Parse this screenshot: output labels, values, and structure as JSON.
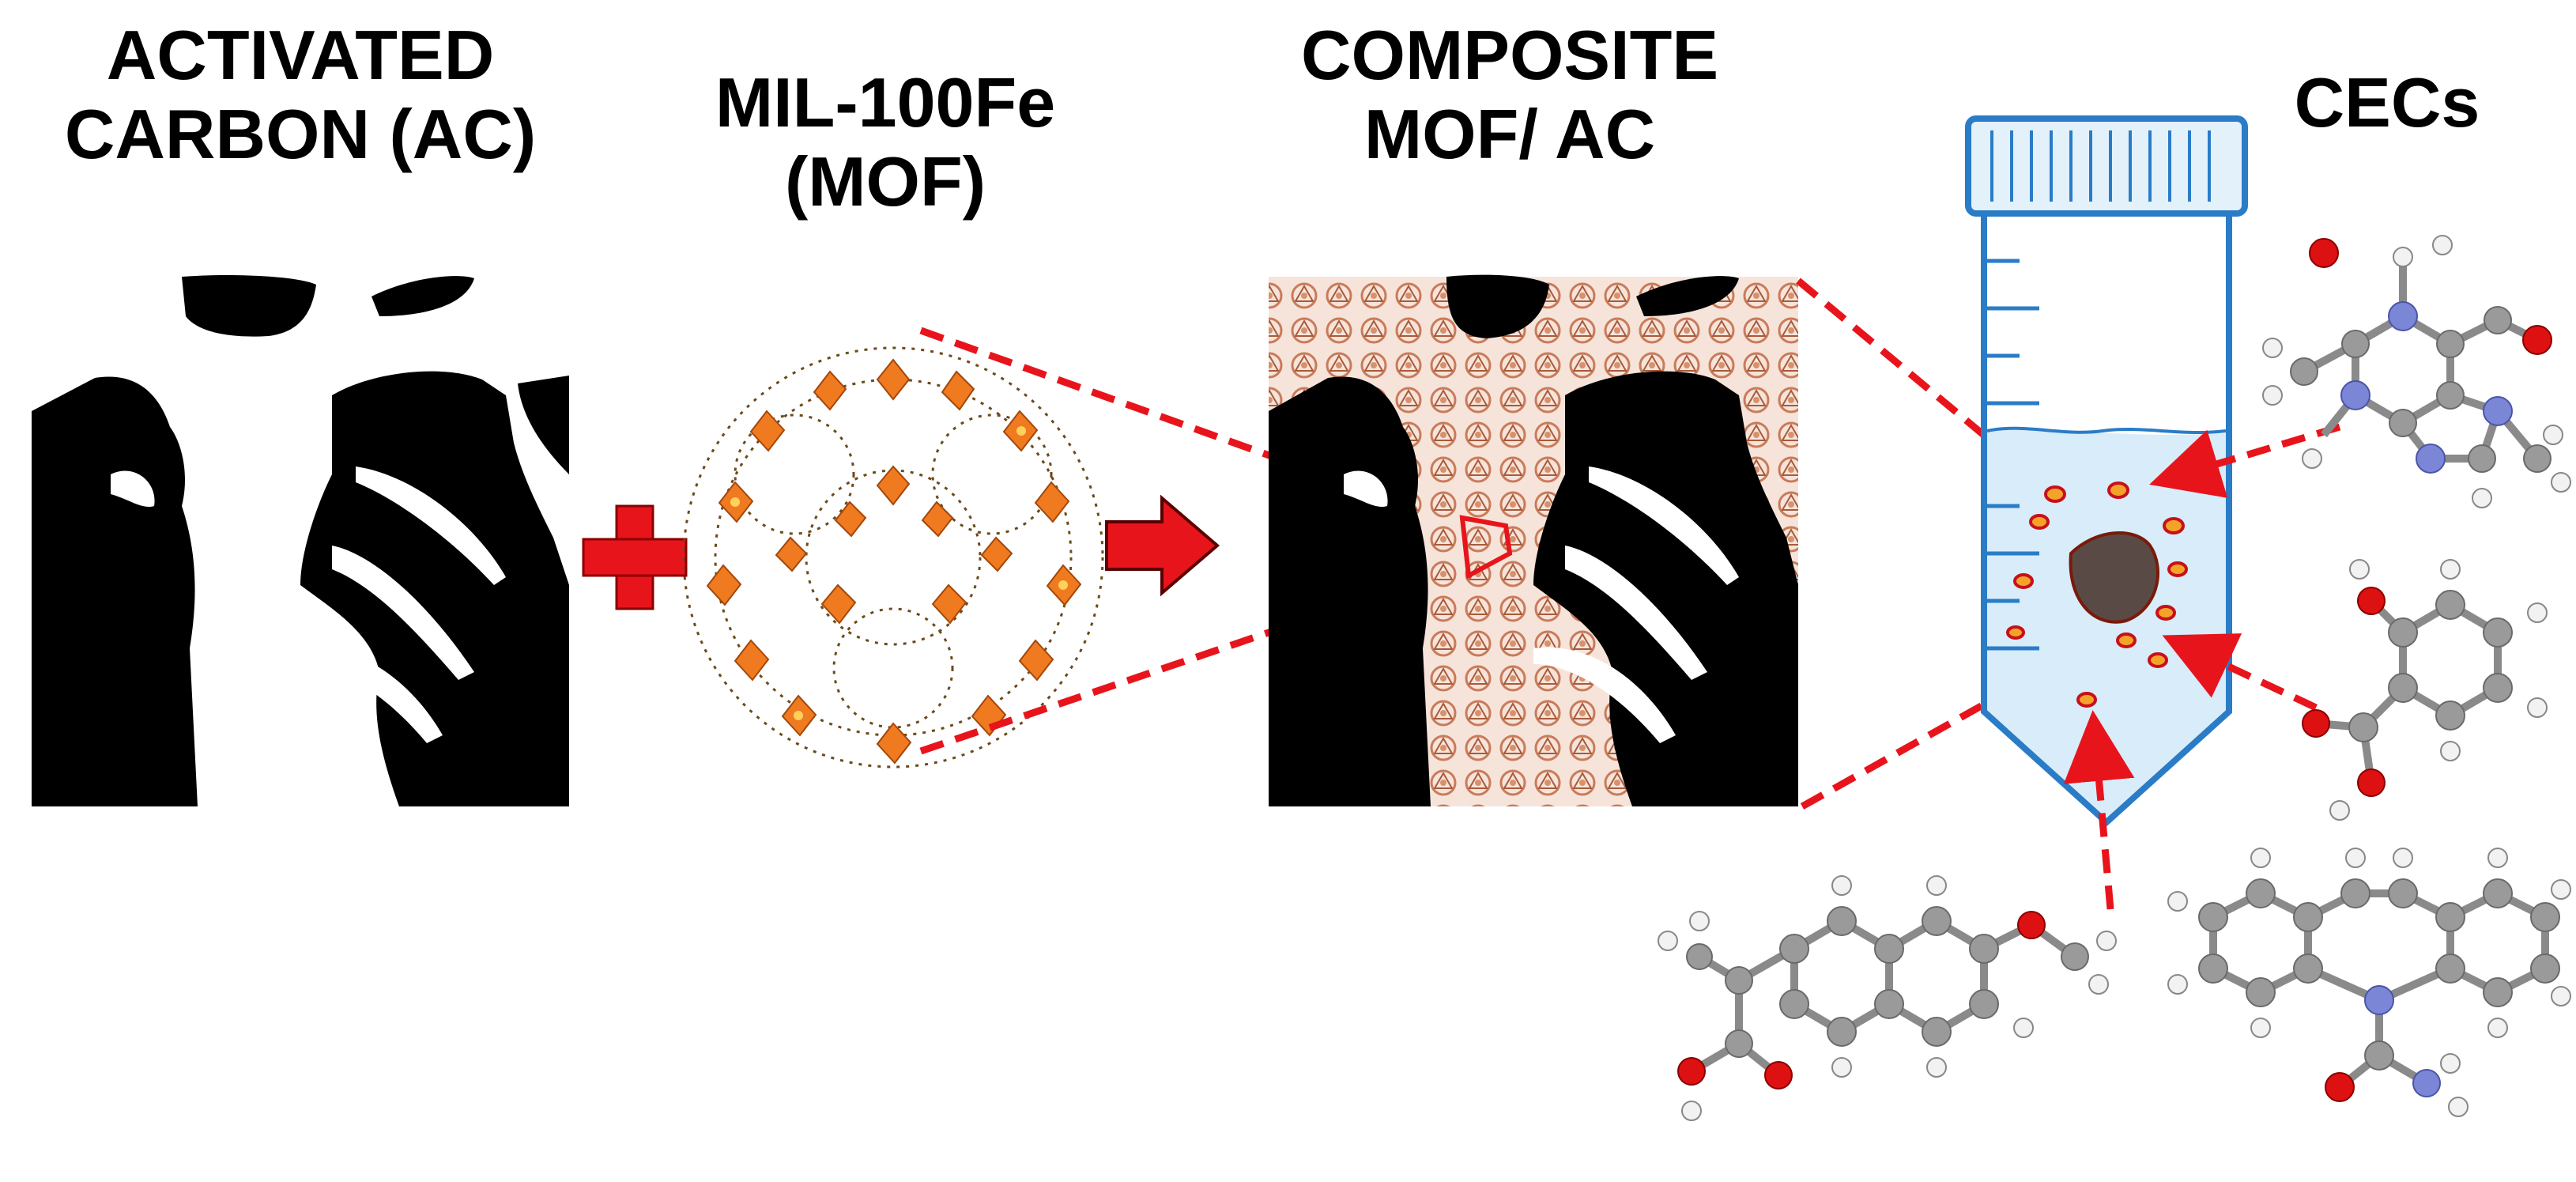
{
  "labels": {
    "activated_carbon": [
      "ACTIVATED",
      "CARBON (AC)"
    ],
    "mof": [
      "MIL-100Fe",
      "(MOF)"
    ],
    "composite": [
      "COMPOSITE",
      "MOF/ AC"
    ],
    "cecs": "CECs"
  },
  "colors": {
    "carbon": "#000000",
    "mof_octahedra": "#f07a20",
    "mof_linker": "#7a5a2a",
    "composite_fill": "#e9b8a0",
    "arrow_red": "#e8141c",
    "tube_blue": "#2a7cc7",
    "tube_liquid": "#d8ecf9",
    "atom_carbon": "#9a9a9a",
    "atom_hydrogen": "#f2f2f2",
    "atom_oxygen": "#dd1111",
    "atom_nitrogen": "#7b86d6"
  },
  "icons": [
    "plus-icon",
    "right-arrow-icon",
    "centrifuge-tube-icon",
    "zoom-callout-icon"
  ]
}
